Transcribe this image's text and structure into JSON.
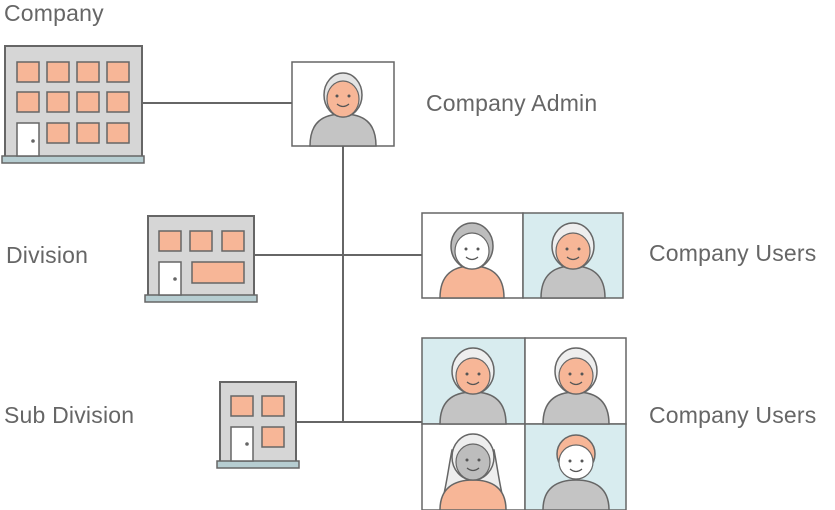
{
  "labels": {
    "company": "Company",
    "company_admin": "Company Admin",
    "division": "Division",
    "company_users_division": "Company Users",
    "sub_division": "Sub Division",
    "company_users_sub_division": "Company Users"
  },
  "colors": {
    "window": "#f7b697",
    "building": "#d6d6d6",
    "base": "#b6cdd1",
    "outline": "#666666",
    "line": "#666666",
    "skin_peach": "#f7b697",
    "hair_grey": "#bdbdbd",
    "shirt_grey": "#c4c4c4",
    "tile_blue": "#d8ecef",
    "text": "#666666"
  }
}
